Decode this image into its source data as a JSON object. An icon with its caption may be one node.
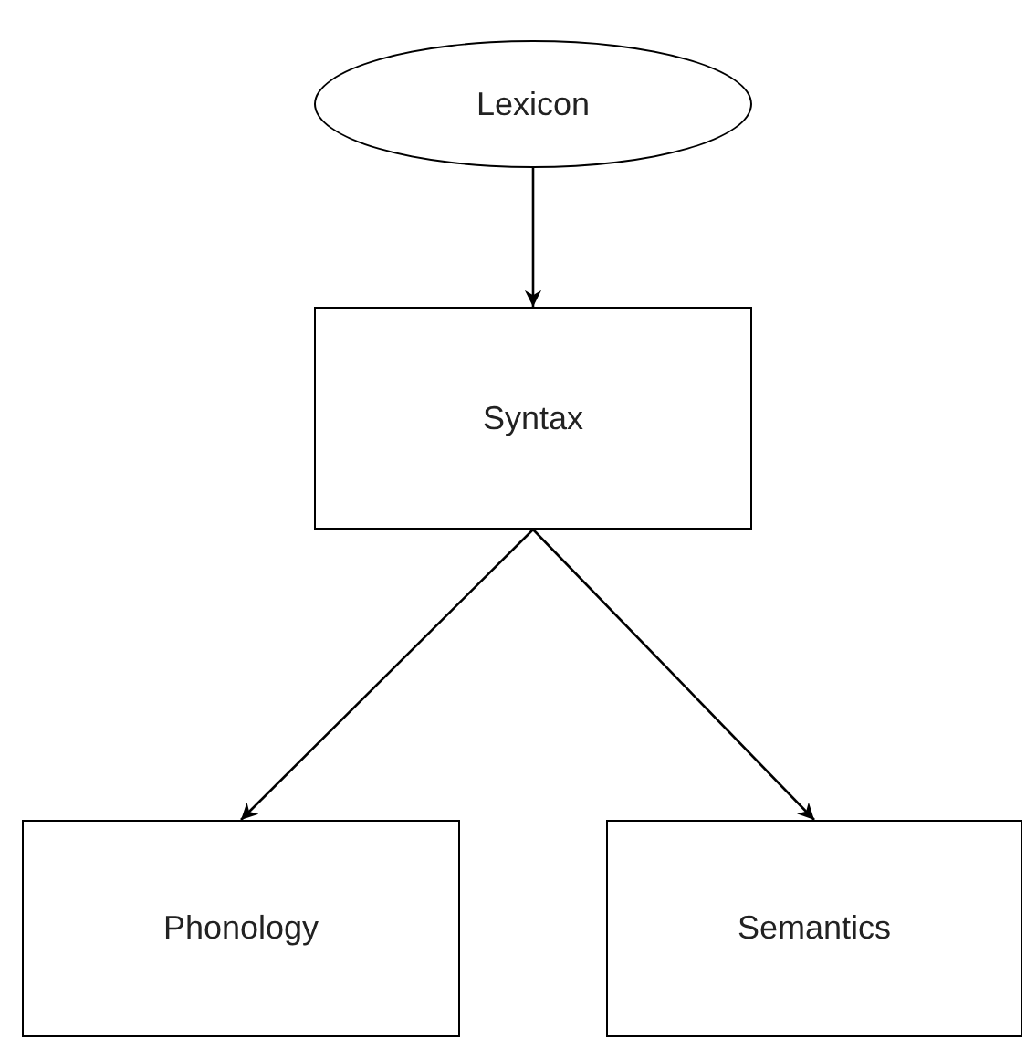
{
  "diagram": {
    "nodes": [
      {
        "text": [
          "Lexicon"
        ]
      },
      {
        "text": [
          "Syntax"
        ]
      },
      {
        "text": [
          "Phonology"
        ]
      },
      {
        "text": [
          "Semantics"
        ]
      }
    ],
    "edges": [
      {
        "from": 0,
        "to": 1,
        "arrow": "to"
      },
      {
        "from": 1,
        "to": 2,
        "arrow": "to"
      },
      {
        "from": 1,
        "to": 3,
        "arrow": "to"
      }
    ]
  }
}
